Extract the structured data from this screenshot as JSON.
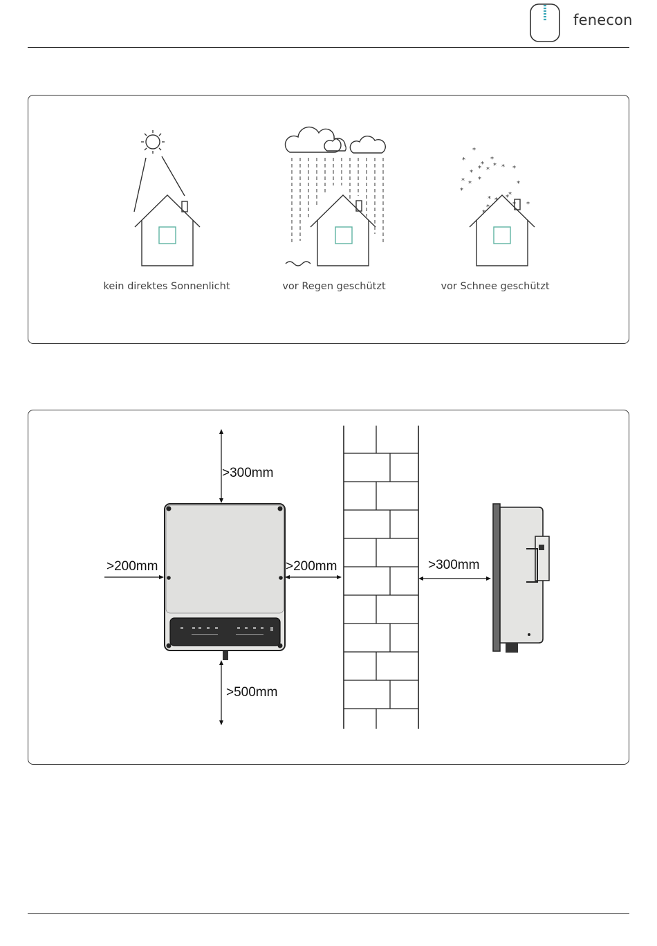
{
  "header": {
    "brand": "fenecon",
    "brand_color": "#3aa7b8",
    "logo_icon": "fenecon-battery-logo-icon"
  },
  "panel_weather": {
    "items": [
      {
        "icon": "sun-house-icon",
        "caption": "kein direktes Sonnenlicht"
      },
      {
        "icon": "rain-house-icon",
        "caption": "vor Regen geschützt"
      },
      {
        "icon": "snow-house-icon",
        "caption": "vor Schnee geschützt"
      }
    ],
    "window_color": "#5fb3a3"
  },
  "panel_clearance": {
    "top": ">300mm",
    "left": ">200mm",
    "right": ">200mm",
    "bottom": ">500mm",
    "wall": ">300mm",
    "device_icon": "inverter-front-icon",
    "wall_icon": "brick-wall-icon",
    "side_icon": "inverter-side-icon"
  }
}
